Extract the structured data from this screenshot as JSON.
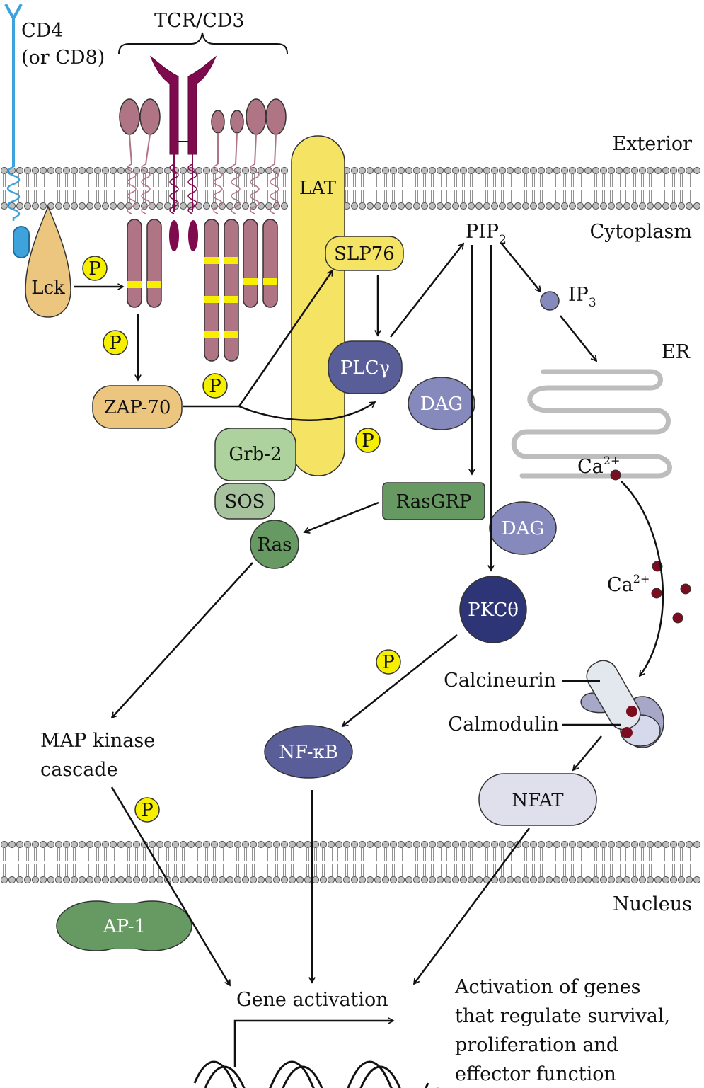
{
  "labels": {
    "cd4": "CD4",
    "cd8": "(or CD8)",
    "tcr": "TCR/CD3",
    "exterior": "Exterior",
    "cytoplasm": "Cytoplasm",
    "er": "ER",
    "nucleus": "Nucleus",
    "pip": "PIP",
    "pip_sub": "2",
    "ip": "IP",
    "ip_sub": "3",
    "ca": "Ca",
    "ca_sup": "2+",
    "calcineurin": "Calcineurin",
    "calmodulin": "Calmodulin",
    "map1": "MAP kinase",
    "map2": "cascade",
    "gene_activation": "Gene activation",
    "outcome1": "Activation of genes",
    "outcome2": "that regulate survival,",
    "outcome3": "proliferation and",
    "outcome4": "effector function"
  },
  "nodes": {
    "lck": "Lck",
    "lat": "LAT",
    "slp76": "SLP76",
    "plcg": "PLCγ",
    "zap70": "ZAP-70",
    "grb2": "Grb-2",
    "sos": "SOS",
    "ras": "Ras",
    "rasgrp": "RasGRP",
    "dag": "DAG",
    "pkc": "PKCθ",
    "nfkb": "NF-κB",
    "nfat": "NFAT",
    "ap1": "AP-1",
    "p": "P"
  },
  "colors": {
    "membrane_head": "#bdbdbd",
    "lck": "#ecc57f",
    "lat": "#f5e463",
    "phospho": "#f6f000",
    "tcr_chain": "#b07585",
    "tcr_dark": "#7f0a4d",
    "cd4": "#3ea2dc",
    "plcg": "#5a5e98",
    "dag": "#8689bb",
    "pkc": "#2e3577",
    "nfat": "#e0e0ec",
    "grb2": "#aed29e",
    "sos": "#a7c39d",
    "ras_green": "#679962",
    "ca": "#7a0d1f",
    "er": "#bdbdbd"
  }
}
